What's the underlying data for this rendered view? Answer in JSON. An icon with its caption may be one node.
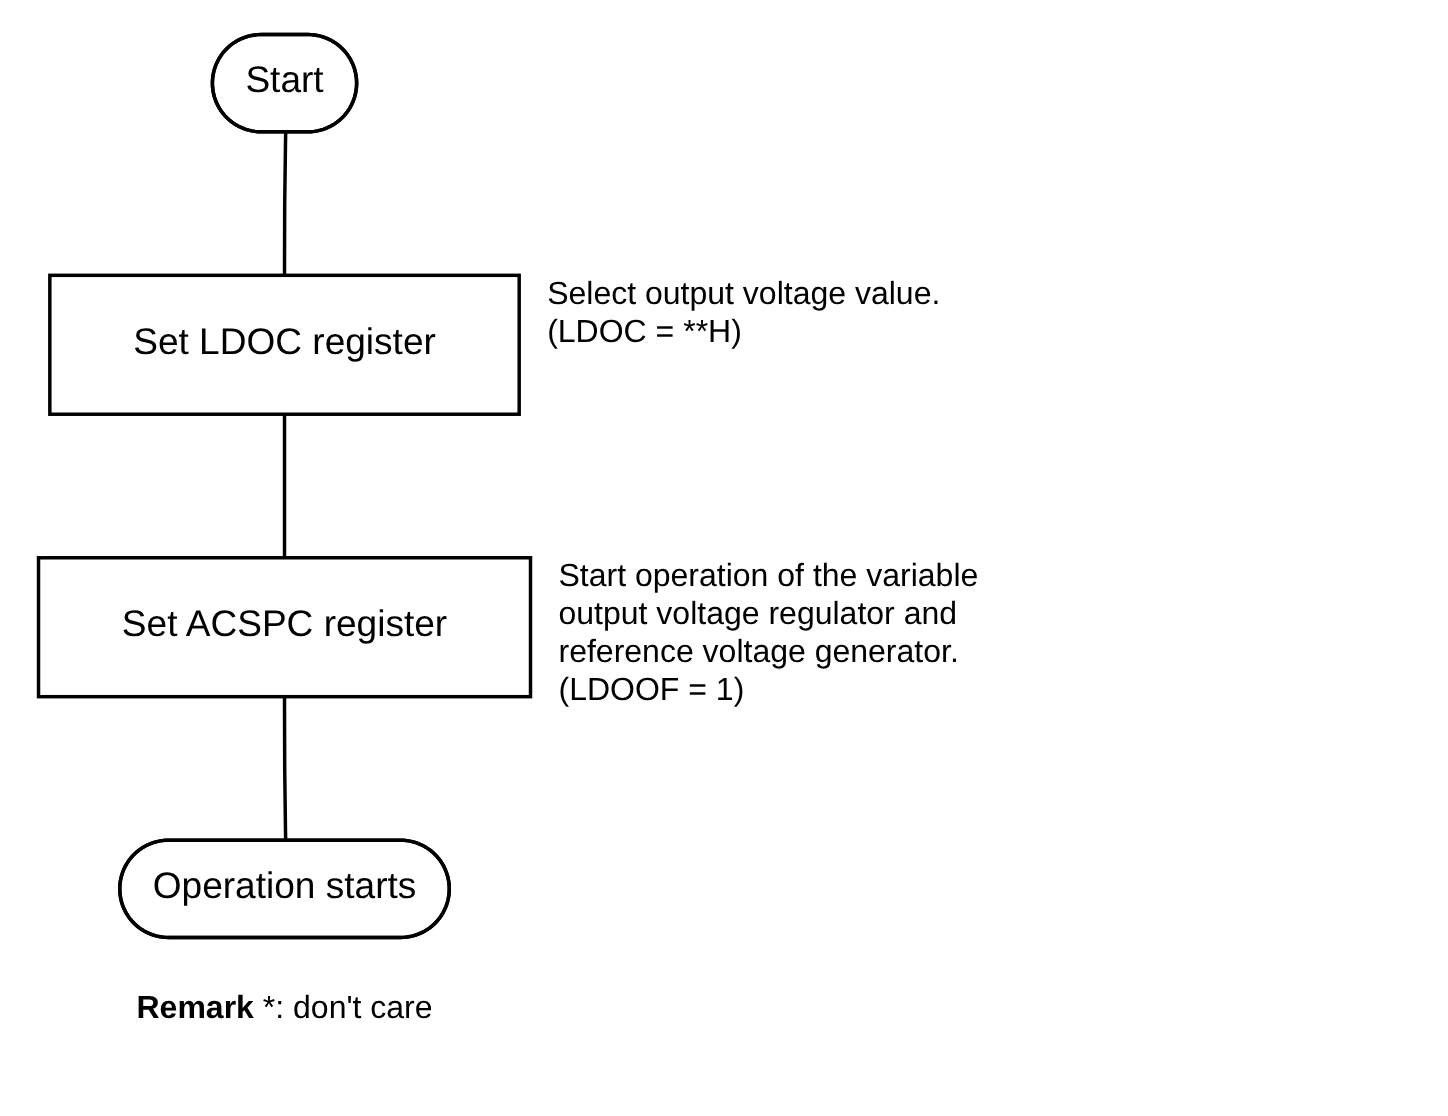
{
  "diagram": {
    "nodes": [
      {
        "text": [
          "Start"
        ]
      },
      {
        "text": [
          "Set LDOC register"
        ],
        "beside": [
          "Select output voltage value. (LDOC = **H)"
        ]
      },
      {
        "text": [
          "Set ACSPC register"
        ],
        "beside": [
          "Start operation of the variable output voltage regulator and reference voltage generator. (LDOOF = 1)"
        ]
      },
      {
        "text": [
          "Operation starts"
        ]
      }
    ],
    "edges": [
      {
        "from": 0,
        "to": 1,
        "arrow": "none"
      },
      {
        "from": 1,
        "to": 2,
        "arrow": "none"
      },
      {
        "from": 2,
        "to": 3,
        "arrow": "none"
      }
    ],
    "caption": "**Remark** *: don't care"
  }
}
